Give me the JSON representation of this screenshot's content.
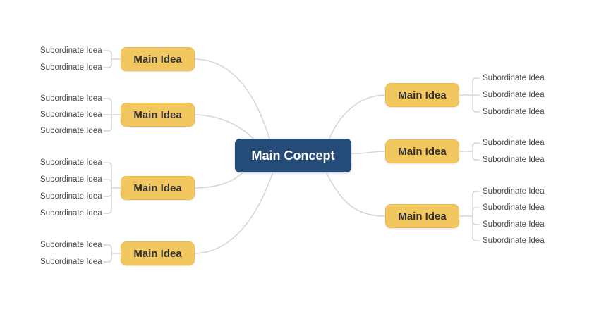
{
  "diagram": {
    "center": {
      "label": "Main Concept"
    },
    "left_branches": [
      {
        "label": "Main Idea",
        "children": [
          "Subordinate Idea",
          "Subordinate Idea"
        ]
      },
      {
        "label": "Main Idea",
        "children": [
          "Subordinate Idea",
          "Subordinate Idea",
          "Subordinate Idea"
        ]
      },
      {
        "label": "Main Idea",
        "children": [
          "Subordinate Idea",
          "Subordinate Idea",
          "Subordinate Idea",
          "Subordinate Idea"
        ]
      },
      {
        "label": "Main Idea",
        "children": [
          "Subordinate Idea",
          "Subordinate Idea"
        ]
      }
    ],
    "right_branches": [
      {
        "label": "Main Idea",
        "children": [
          "Subordinate Idea",
          "Subordinate Idea",
          "Subordinate Idea"
        ]
      },
      {
        "label": "Main Idea",
        "children": [
          "Subordinate Idea",
          "Subordinate Idea"
        ]
      },
      {
        "label": "Main Idea",
        "children": [
          "Subordinate Idea",
          "Subordinate Idea",
          "Subordinate Idea",
          "Subordinate Idea"
        ]
      }
    ],
    "colors": {
      "center_bg": "#254b78",
      "center_text": "#ffffff",
      "branch_bg": "#f3c75f",
      "branch_border": "#eabc4f",
      "branch_text": "#333333",
      "subordinate_text": "#4a4a4a",
      "connector": "#d5d5d5",
      "background": "#ffffff"
    }
  }
}
